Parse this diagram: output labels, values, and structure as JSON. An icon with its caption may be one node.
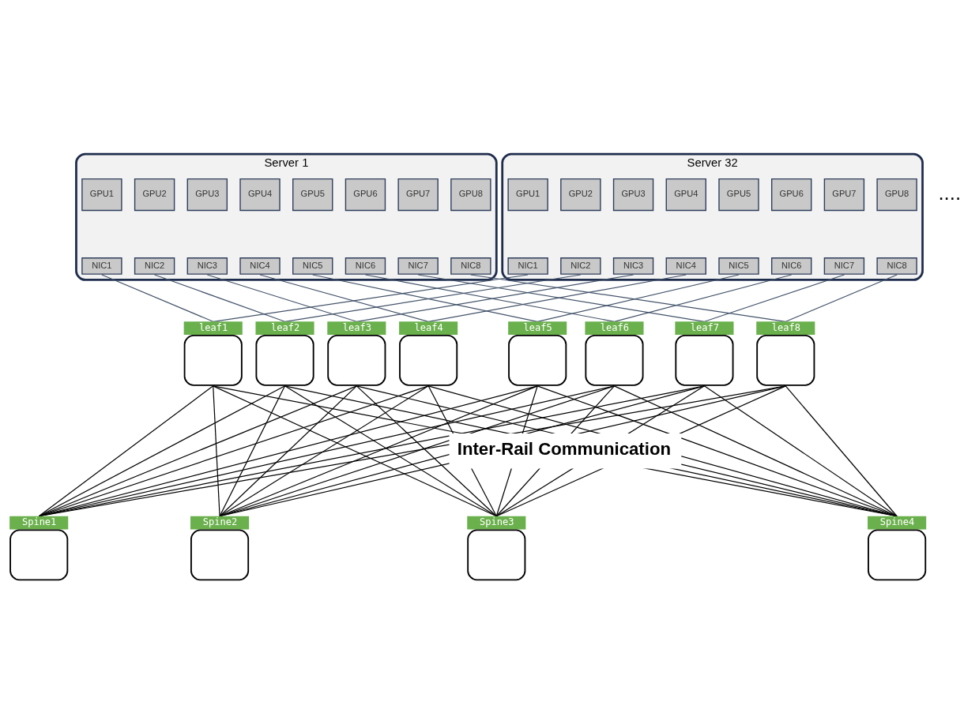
{
  "diagram": {
    "nodes": [
      {
        "text": [
          "Server 1"
        ]
      },
      {
        "text": [
          "GPU1"
        ],
        "in": 0
      },
      {
        "text": [
          "GPU2"
        ],
        "in": 0
      },
      {
        "text": [
          "GPU3"
        ],
        "in": 0
      },
      {
        "text": [
          "GPU4"
        ],
        "in": 0
      },
      {
        "text": [
          "GPU5"
        ],
        "in": 0
      },
      {
        "text": [
          "GPU6"
        ],
        "in": 0
      },
      {
        "text": [
          "GPU7"
        ],
        "in": 0
      },
      {
        "text": [
          "GPU8"
        ],
        "in": 0
      },
      {
        "text": [
          "NIC1"
        ],
        "in": 0
      },
      {
        "text": [
          "NIC2"
        ],
        "in": 0
      },
      {
        "text": [
          "NIC3"
        ],
        "in": 0
      },
      {
        "text": [
          "NIC4"
        ],
        "in": 0
      },
      {
        "text": [
          "NIC5"
        ],
        "in": 0
      },
      {
        "text": [
          "NIC6"
        ],
        "in": 0
      },
      {
        "text": [
          "NIC7"
        ],
        "in": 0
      },
      {
        "text": [
          "NIC8"
        ],
        "in": 0
      },
      {
        "text": [
          "Server 32"
        ]
      },
      {
        "text": [
          "GPU1"
        ],
        "in": 17
      },
      {
        "text": [
          "GPU2"
        ],
        "in": 17
      },
      {
        "text": [
          "GPU3"
        ],
        "in": 17
      },
      {
        "text": [
          "GPU4"
        ],
        "in": 17
      },
      {
        "text": [
          "GPU5"
        ],
        "in": 17
      },
      {
        "text": [
          "GPU6"
        ],
        "in": 17
      },
      {
        "text": [
          "GPU7"
        ],
        "in": 17
      },
      {
        "text": [
          "GPU8"
        ],
        "in": 17
      },
      {
        "text": [
          "NIC1"
        ],
        "in": 17
      },
      {
        "text": [
          "NIC2"
        ],
        "in": 17
      },
      {
        "text": [
          "NIC3"
        ],
        "in": 17
      },
      {
        "text": [
          "NIC4"
        ],
        "in": 17
      },
      {
        "text": [
          "NIC5"
        ],
        "in": 17
      },
      {
        "text": [
          "NIC6"
        ],
        "in": 17
      },
      {
        "text": [
          "NIC7"
        ],
        "in": 17
      },
      {
        "text": [
          "NIC8"
        ],
        "in": 17
      },
      {
        "text": [
          "leaf1"
        ]
      },
      {
        "text": [
          "leaf2"
        ]
      },
      {
        "text": [
          "leaf3"
        ]
      },
      {
        "text": [
          "leaf4"
        ]
      },
      {
        "text": [
          "leaf5"
        ]
      },
      {
        "text": [
          "leaf6"
        ]
      },
      {
        "text": [
          "leaf7"
        ]
      },
      {
        "text": [
          "leaf8"
        ]
      },
      {
        "text": [
          "Spine1"
        ]
      },
      {
        "text": [
          "Spine2"
        ]
      },
      {
        "text": [
          "Spine3"
        ]
      },
      {
        "text": [
          "Spine4"
        ]
      }
    ],
    "edges": [
      {
        "from": 9,
        "to": 34,
        "arrow": "none",
        "color": "#44546a"
      },
      {
        "from": 10,
        "to": 35,
        "arrow": "none",
        "color": "#44546a"
      },
      {
        "from": 11,
        "to": 36,
        "arrow": "none",
        "color": "#44546a"
      },
      {
        "from": 12,
        "to": 37,
        "arrow": "none",
        "color": "#44546a"
      },
      {
        "from": 13,
        "to": 38,
        "arrow": "none",
        "color": "#44546a"
      },
      {
        "from": 14,
        "to": 39,
        "arrow": "none",
        "color": "#44546a"
      },
      {
        "from": 15,
        "to": 40,
        "arrow": "none",
        "color": "#44546a"
      },
      {
        "from": 16,
        "to": 41,
        "arrow": "none",
        "color": "#44546a"
      },
      {
        "from": 26,
        "to": 34,
        "arrow": "none",
        "color": "#44546a"
      },
      {
        "from": 27,
        "to": 35,
        "arrow": "none",
        "color": "#44546a"
      },
      {
        "from": 28,
        "to": 36,
        "arrow": "none",
        "color": "#44546a"
      },
      {
        "from": 29,
        "to": 37,
        "arrow": "none",
        "color": "#44546a"
      },
      {
        "from": 30,
        "to": 38,
        "arrow": "none",
        "color": "#44546a"
      },
      {
        "from": 31,
        "to": 39,
        "arrow": "none",
        "color": "#44546a"
      },
      {
        "from": 32,
        "to": 40,
        "arrow": "none",
        "color": "#44546a"
      },
      {
        "from": 33,
        "to": 41,
        "arrow": "none",
        "color": "#44546a"
      },
      {
        "from": 34,
        "to": 42,
        "arrow": "none"
      },
      {
        "from": 34,
        "to": 43,
        "arrow": "none"
      },
      {
        "from": 34,
        "to": 44,
        "arrow": "none"
      },
      {
        "from": 34,
        "to": 45,
        "arrow": "none"
      },
      {
        "from": 35,
        "to": 42,
        "arrow": "none"
      },
      {
        "from": 35,
        "to": 43,
        "arrow": "none"
      },
      {
        "from": 35,
        "to": 44,
        "arrow": "none"
      },
      {
        "from": 35,
        "to": 45,
        "arrow": "none"
      },
      {
        "from": 36,
        "to": 42,
        "arrow": "none"
      },
      {
        "from": 36,
        "to": 43,
        "arrow": "none"
      },
      {
        "from": 36,
        "to": 44,
        "arrow": "none"
      },
      {
        "from": 36,
        "to": 45,
        "arrow": "none"
      },
      {
        "from": 37,
        "to": 42,
        "arrow": "none"
      },
      {
        "from": 37,
        "to": 43,
        "arrow": "none"
      },
      {
        "from": 37,
        "to": 44,
        "arrow": "none"
      },
      {
        "from": 37,
        "to": 45,
        "arrow": "none"
      },
      {
        "from": 38,
        "to": 42,
        "arrow": "none"
      },
      {
        "from": 38,
        "to": 43,
        "arrow": "none"
      },
      {
        "from": 38,
        "to": 44,
        "arrow": "none"
      },
      {
        "from": 38,
        "to": 45,
        "arrow": "none"
      },
      {
        "from": 39,
        "to": 42,
        "arrow": "none"
      },
      {
        "from": 39,
        "to": 43,
        "arrow": "none"
      },
      {
        "from": 39,
        "to": 44,
        "arrow": "none"
      },
      {
        "from": 39,
        "to": 45,
        "arrow": "none"
      },
      {
        "from": 40,
        "to": 42,
        "arrow": "none"
      },
      {
        "from": 40,
        "to": 43,
        "arrow": "none"
      },
      {
        "from": 40,
        "to": 44,
        "arrow": "none"
      },
      {
        "from": 40,
        "to": 45,
        "arrow": "none"
      },
      {
        "from": 41,
        "to": 42,
        "arrow": "none"
      },
      {
        "from": 41,
        "to": 43,
        "arrow": "none"
      },
      {
        "from": 41,
        "to": 44,
        "arrow": "none"
      },
      {
        "from": 41,
        "to": 45,
        "arrow": "none"
      }
    ],
    "labels": [
      "....",
      "Inter-Rail Communication"
    ]
  }
}
